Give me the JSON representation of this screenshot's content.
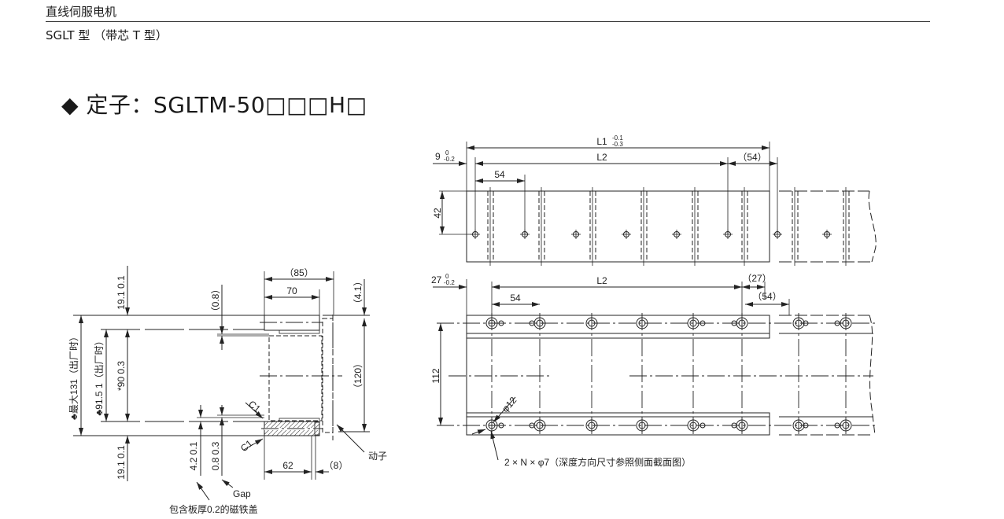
{
  "header": {
    "category": "直线伺服电机",
    "series": "SGLT 型 （带芯 T 型）"
  },
  "title": "◆ 定子：SGLTM-50□□□H□",
  "side_view": {
    "dims": {
      "top_19_1": "19.1  0.1",
      "bottom_19_1": "19.1  0.1",
      "max_131": "♣最大131（出厂时）",
      "h_91_5": "♣91.5  1（出厂时）",
      "h_90": "*90  0.3",
      "d_0_8_top": "（0.8）",
      "d_4_2": "4.2  0.1",
      "d_0_8_bottom": "0.8  0.3",
      "w_85": "（85）",
      "w_70": "70",
      "w_62": "62",
      "w_8": "（8）",
      "h_4_1": "（4.1）",
      "h_120": "（120）",
      "c1_top": "C1",
      "c1_bottom": "C1"
    },
    "notes": {
      "mover": "动子",
      "gap": "Gap",
      "magnet_cover": "包含板厚0.2的磁铁盖"
    }
  },
  "top_view": {
    "dims": {
      "l1": "L1",
      "l1_tol_upper": "-0.1",
      "l1_tol_lower": "-0.3",
      "l2": "L2",
      "offset_9": "9",
      "offset_9_tol_upper": "0",
      "offset_9_tol_lower": "-0.2",
      "pitch_54": "54",
      "end_54": "（54）",
      "h_42": "42"
    }
  },
  "bottom_view": {
    "dims": {
      "offset_27": "27",
      "offset_27_tol_upper": "0",
      "offset_27_tol_lower": "-0.2",
      "l2": "L2",
      "end_27": "（27）",
      "pitch_54": "54",
      "end_54": "（54）",
      "h_112": "112",
      "phi_12": "φ12"
    },
    "notes": {
      "holes": "2 × N × φ7（深度方向尺寸参照侧面截面图）"
    }
  }
}
